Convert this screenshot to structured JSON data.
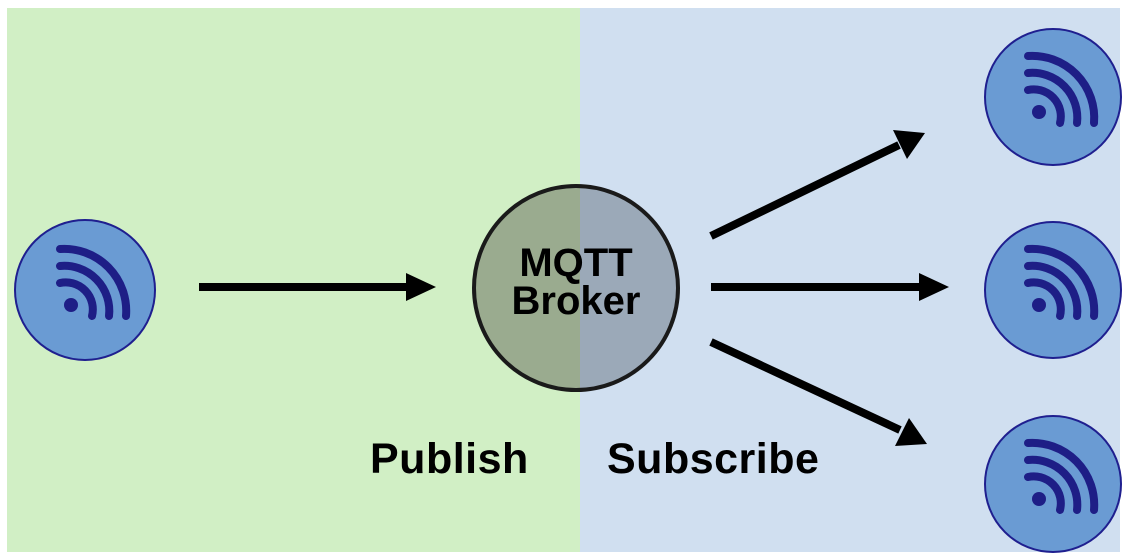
{
  "diagram": {
    "broker": {
      "line1": "MQTT",
      "line2": "Broker"
    },
    "labels": {
      "publish": "Publish",
      "subscribe": "Subscribe"
    },
    "colors": {
      "publish_background": "#d1efc5",
      "subscribe_background": "#d0dff0",
      "broker_fill_left": "#9aab8f",
      "broker_fill_right": "#9ba9b8",
      "device_fill": "#6a9bd3",
      "device_stroke": "#1f1f8f",
      "device_symbol": "#1e1e86",
      "arrow": "#000000"
    },
    "nodes": {
      "publisher_icon": "wifi-signal-icon",
      "subscriber_icon": "wifi-signal-icon",
      "subscriber_count": 3
    }
  }
}
